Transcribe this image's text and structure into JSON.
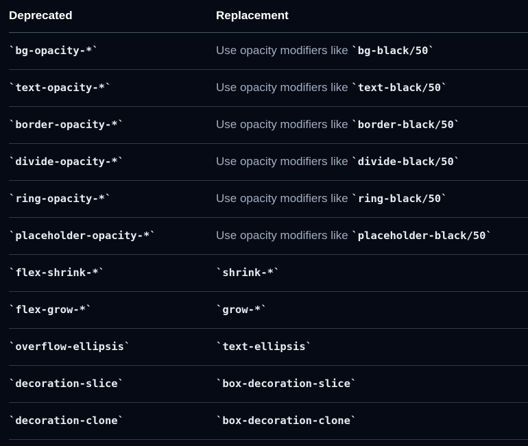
{
  "colors": {
    "background": "#050a14",
    "header_text": "#ffffff",
    "body_text": "#a3adbf",
    "code_text": "#e7ebf2",
    "header_border": "rgba(148,163,184,0.50)",
    "row_border": "rgba(148,163,184,0.32)"
  },
  "table": {
    "headers": [
      {
        "label": "Deprecated"
      },
      {
        "label": "Replacement"
      }
    ],
    "rows": [
      {
        "deprecated": "`bg-opacity-*`",
        "replacement_text": "Use opacity modifiers like ",
        "replacement_code": "`bg-black/50`"
      },
      {
        "deprecated": "`text-opacity-*`",
        "replacement_text": "Use opacity modifiers like ",
        "replacement_code": "`text-black/50`"
      },
      {
        "deprecated": "`border-opacity-*`",
        "replacement_text": "Use opacity modifiers like ",
        "replacement_code": "`border-black/50`"
      },
      {
        "deprecated": "`divide-opacity-*`",
        "replacement_text": "Use opacity modifiers like ",
        "replacement_code": "`divide-black/50`"
      },
      {
        "deprecated": "`ring-opacity-*`",
        "replacement_text": "Use opacity modifiers like ",
        "replacement_code": "`ring-black/50`"
      },
      {
        "deprecated": "`placeholder-opacity-*`",
        "replacement_text": "Use opacity modifiers like ",
        "replacement_code": "`placeholder-black/50`"
      },
      {
        "deprecated": "`flex-shrink-*`",
        "replacement_text": "",
        "replacement_code": "`shrink-*`"
      },
      {
        "deprecated": "`flex-grow-*`",
        "replacement_text": "",
        "replacement_code": "`grow-*`"
      },
      {
        "deprecated": "`overflow-ellipsis`",
        "replacement_text": "",
        "replacement_code": "`text-ellipsis`"
      },
      {
        "deprecated": "`decoration-slice`",
        "replacement_text": "",
        "replacement_code": "`box-decoration-slice`"
      },
      {
        "deprecated": "`decoration-clone`",
        "replacement_text": "",
        "replacement_code": "`box-decoration-clone`"
      }
    ]
  }
}
